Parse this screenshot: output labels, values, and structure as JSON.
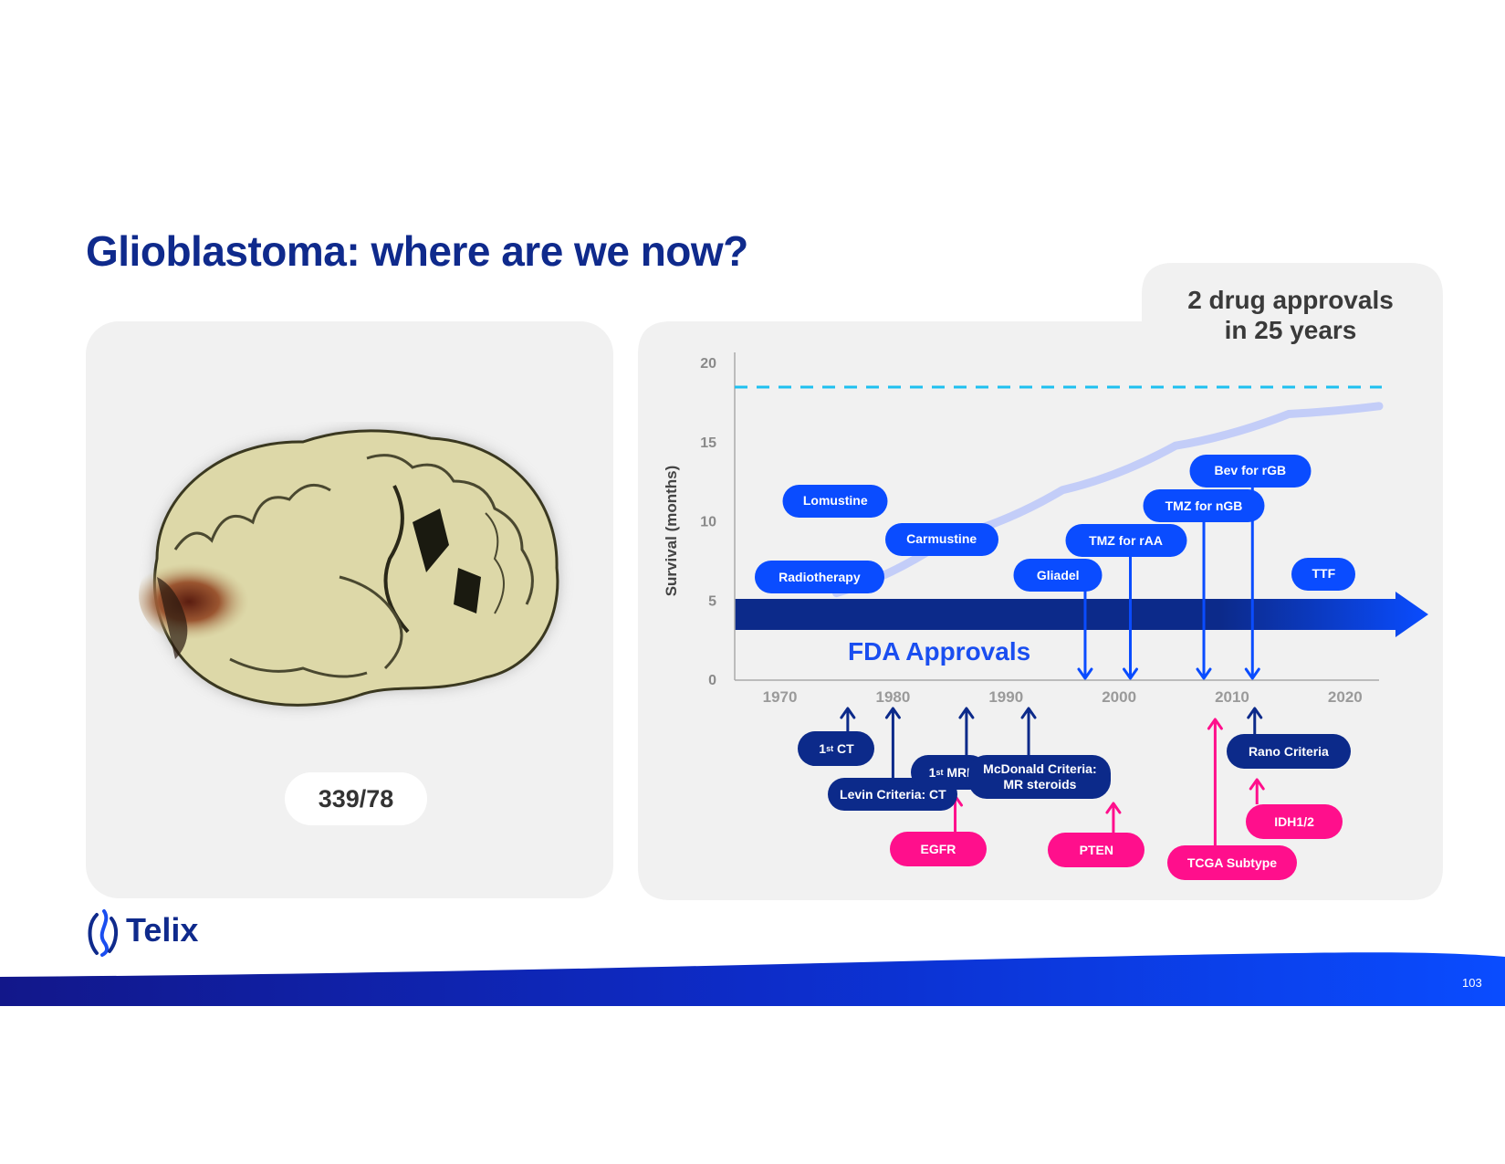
{
  "slide": {
    "title": "Glioblastoma: where are we now?",
    "page_number": "103"
  },
  "image_panel": {
    "caption": "339/78",
    "image_subject": "brain-section-photo"
  },
  "callout": {
    "line1": "2 drug approvals",
    "line2": "in 25 years"
  },
  "logo": {
    "text": "Telix"
  },
  "colors": {
    "title": "#0f2a8c",
    "bright_blue": "#0a4cff",
    "dark_blue": "#0c2a8a",
    "pink": "#ff0f8c",
    "dashed_line": "#1ec0f0",
    "curve": "#c3cdf8"
  },
  "chart_data": {
    "type": "line",
    "ylabel": "Survival (months)",
    "xlabel": "",
    "xlim": [
      1966,
      2023
    ],
    "ylim": [
      0,
      20
    ],
    "x_ticks": [
      "1970",
      "1980",
      "1990",
      "2000",
      "2010",
      "2020"
    ],
    "y_ticks": [
      "0",
      "5",
      "10",
      "15",
      "20"
    ],
    "reference_line": {
      "y": 18.5,
      "style": "dashed"
    },
    "series": [
      {
        "points": [
          [
            1975,
            5.5
          ],
          [
            1985,
            9
          ],
          [
            1995,
            12
          ],
          [
            2005,
            14.8
          ],
          [
            2015,
            16.8
          ],
          [
            2023,
            17.3
          ]
        ]
      }
    ],
    "band_label": "FDA Approvals",
    "fda_approvals": [
      {
        "label": "Radiotherapy",
        "x": 1973.5,
        "y": 6.5,
        "arrow": false
      },
      {
        "label": "Lomustine",
        "x": 1974.9,
        "y": 11.3,
        "arrow": false
      },
      {
        "label": "Carmustine",
        "x": 1984.3,
        "y": 8.9,
        "arrow": false
      },
      {
        "label": "Gliadel",
        "x": 1994.6,
        "y": 6.6,
        "arrow": true,
        "arrow_x": 1997
      },
      {
        "label": "TMZ for rAA",
        "x": 2000.6,
        "y": 8.8,
        "arrow": true,
        "arrow_x": 2001
      },
      {
        "label": "TMZ for nGB",
        "x": 2007.5,
        "y": 11.0,
        "arrow": true,
        "arrow_x": 2007.5
      },
      {
        "label": "Bev for rGB",
        "x": 2011.6,
        "y": 13.2,
        "arrow": true,
        "arrow_x": 2011.8
      },
      {
        "label": "TTF",
        "x": 2018.1,
        "y": 6.7,
        "arrow": false
      }
    ],
    "imaging_milestones": [
      {
        "label": "1st CT",
        "text": "1",
        "sup": "st",
        "rest": " CT",
        "x": 1975,
        "arrow_x": 1976
      },
      {
        "label": "Levin Criteria: CT",
        "x": 1980,
        "arrow_x": 1980
      },
      {
        "label": "1st MRI",
        "text": "1",
        "sup": "st",
        "rest": " MRI",
        "x": 1985,
        "arrow_x": 1986.5
      },
      {
        "label": "McDonald Criteria: MR steroids",
        "line1": "McDonald Criteria:",
        "line2": "MR steroids",
        "x": 1993,
        "arrow_x": 1992
      },
      {
        "label": "Rano Criteria",
        "x": 2015,
        "arrow_x": 2012
      }
    ],
    "molecular_milestones": [
      {
        "label": "EGFR",
        "x": 1984,
        "arrow_x": 1985.5
      },
      {
        "label": "PTEN",
        "x": 1998,
        "arrow_x": 1999.5
      },
      {
        "label": "TCGA Subtype",
        "x": 2010,
        "arrow_x": 2008.5
      },
      {
        "label": "IDH1/2",
        "x": 2015.5,
        "arrow_x": 2012.2
      }
    ]
  }
}
